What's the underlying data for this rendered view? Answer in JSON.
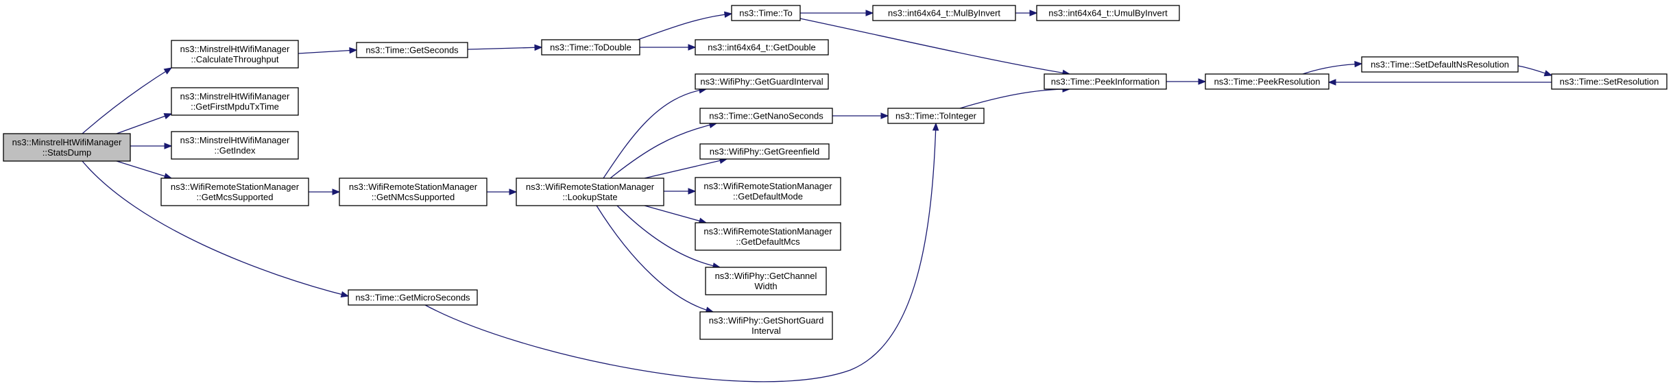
{
  "diagram": {
    "nodes": [
      {
        "id": "stats_dump",
        "lines": [
          "ns3::MinstrelHtWifiManager",
          "::StatsDump"
        ],
        "root": true
      },
      {
        "id": "calc_throughput",
        "lines": [
          "ns3::MinstrelHtWifiManager",
          "::CalculateThroughput"
        ]
      },
      {
        "id": "first_mpdu",
        "lines": [
          "ns3::MinstrelHtWifiManager",
          "::GetFirstMpduTxTime"
        ]
      },
      {
        "id": "get_index",
        "lines": [
          "ns3::MinstrelHtWifiManager",
          "::GetIndex"
        ]
      },
      {
        "id": "get_mcs_supported",
        "lines": [
          "ns3::WifiRemoteStationManager",
          "::GetMcsSupported"
        ]
      },
      {
        "id": "get_nmcs_supported",
        "lines": [
          "ns3::WifiRemoteStationManager",
          "::GetNMcsSupported"
        ]
      },
      {
        "id": "lookup_state",
        "lines": [
          "ns3::WifiRemoteStationManager",
          "::LookupState"
        ]
      },
      {
        "id": "get_seconds",
        "lines": [
          "ns3::Time::GetSeconds"
        ]
      },
      {
        "id": "to_double",
        "lines": [
          "ns3::Time::ToDouble"
        ]
      },
      {
        "id": "time_to",
        "lines": [
          "ns3::Time::To"
        ]
      },
      {
        "id": "get_double",
        "lines": [
          "ns3::int64x64_t::GetDouble"
        ]
      },
      {
        "id": "mul_by_invert",
        "lines": [
          "ns3::int64x64_t::MulByInvert"
        ]
      },
      {
        "id": "umul_by_invert",
        "lines": [
          "ns3::int64x64_t::UmulByInvert"
        ]
      },
      {
        "id": "peek_information",
        "lines": [
          "ns3::Time::PeekInformation"
        ]
      },
      {
        "id": "peek_resolution",
        "lines": [
          "ns3::Time::PeekResolution"
        ]
      },
      {
        "id": "set_default_ns",
        "lines": [
          "ns3::Time::SetDefaultNsResolution"
        ]
      },
      {
        "id": "set_resolution",
        "lines": [
          "ns3::Time::SetResolution"
        ]
      },
      {
        "id": "get_guard_interval",
        "lines": [
          "ns3::WifiPhy::GetGuardInterval"
        ]
      },
      {
        "id": "get_nanoseconds",
        "lines": [
          "ns3::Time::GetNanoSeconds"
        ]
      },
      {
        "id": "to_integer",
        "lines": [
          "ns3::Time::ToInteger"
        ]
      },
      {
        "id": "get_greenfield",
        "lines": [
          "ns3::WifiPhy::GetGreenfield"
        ]
      },
      {
        "id": "get_default_mode",
        "lines": [
          "ns3::WifiRemoteStationManager",
          "::GetDefaultMode"
        ]
      },
      {
        "id": "get_default_mcs",
        "lines": [
          "ns3::WifiRemoteStationManager",
          "::GetDefaultMcs"
        ]
      },
      {
        "id": "get_channel_width",
        "lines": [
          "ns3::WifiPhy::GetChannel",
          "Width"
        ]
      },
      {
        "id": "get_short_guard",
        "lines": [
          "ns3::WifiPhy::GetShortGuard",
          "Interval"
        ]
      },
      {
        "id": "get_microseconds",
        "lines": [
          "ns3::Time::GetMicroSeconds"
        ]
      }
    ],
    "edges": [
      {
        "from": "stats_dump",
        "to": "calc_throughput"
      },
      {
        "from": "stats_dump",
        "to": "first_mpdu"
      },
      {
        "from": "stats_dump",
        "to": "get_index"
      },
      {
        "from": "stats_dump",
        "to": "get_mcs_supported"
      },
      {
        "from": "stats_dump",
        "to": "get_microseconds"
      },
      {
        "from": "calc_throughput",
        "to": "get_seconds"
      },
      {
        "from": "get_seconds",
        "to": "to_double"
      },
      {
        "from": "to_double",
        "to": "time_to"
      },
      {
        "from": "to_double",
        "to": "get_double"
      },
      {
        "from": "time_to",
        "to": "mul_by_invert"
      },
      {
        "from": "mul_by_invert",
        "to": "umul_by_invert"
      },
      {
        "from": "time_to",
        "to": "peek_information"
      },
      {
        "from": "peek_information",
        "to": "peek_resolution"
      },
      {
        "from": "peek_resolution",
        "to": "set_default_ns"
      },
      {
        "from": "set_default_ns",
        "to": "set_resolution"
      },
      {
        "from": "set_resolution",
        "to": "peek_resolution"
      },
      {
        "from": "get_mcs_supported",
        "to": "get_nmcs_supported"
      },
      {
        "from": "get_nmcs_supported",
        "to": "lookup_state"
      },
      {
        "from": "lookup_state",
        "to": "get_guard_interval"
      },
      {
        "from": "lookup_state",
        "to": "get_nanoseconds"
      },
      {
        "from": "lookup_state",
        "to": "get_greenfield"
      },
      {
        "from": "lookup_state",
        "to": "get_default_mode"
      },
      {
        "from": "lookup_state",
        "to": "get_default_mcs"
      },
      {
        "from": "lookup_state",
        "to": "get_channel_width"
      },
      {
        "from": "lookup_state",
        "to": "get_short_guard"
      },
      {
        "from": "get_nanoseconds",
        "to": "to_integer"
      },
      {
        "from": "to_integer",
        "to": "peek_information"
      },
      {
        "from": "get_microseconds",
        "to": "to_integer"
      }
    ]
  },
  "colors": {
    "edge": "#191970",
    "root_fill": "#bfbfbf",
    "node_fill": "#ffffff",
    "node_border": "#000000"
  }
}
